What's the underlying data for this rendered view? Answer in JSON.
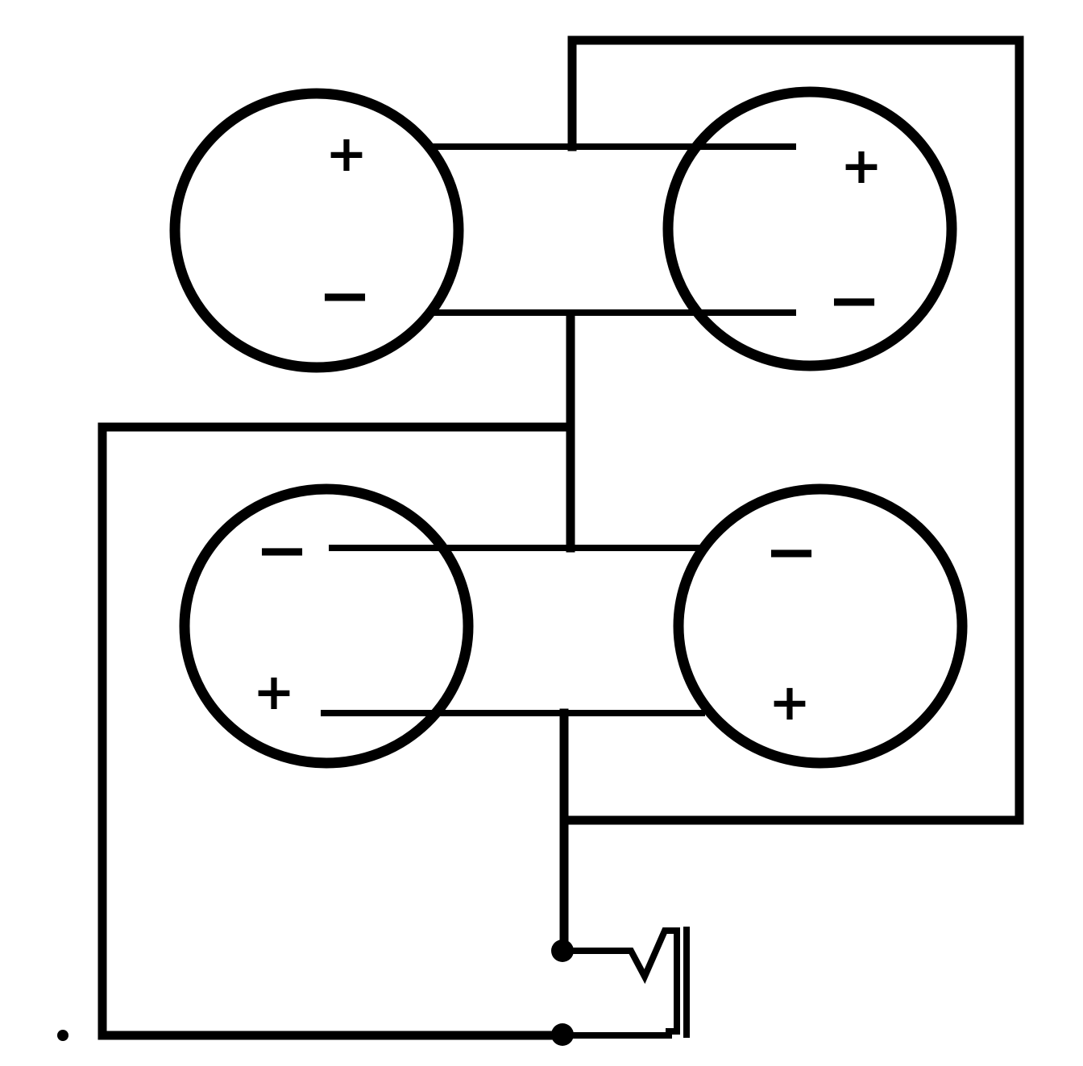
{
  "colors": {
    "ink": "#000000",
    "background": "#ffffff"
  },
  "speakers": [
    {
      "id": "top-left",
      "labels": [
        "+",
        "−"
      ]
    },
    {
      "id": "top-right",
      "labels": [
        "+",
        "−"
      ]
    },
    {
      "id": "bottom-left",
      "labels": [
        "−",
        "+"
      ]
    },
    {
      "id": "bottom-right",
      "labels": [
        "−",
        "+"
      ]
    }
  ],
  "output_jack": {
    "terminals": 2
  }
}
